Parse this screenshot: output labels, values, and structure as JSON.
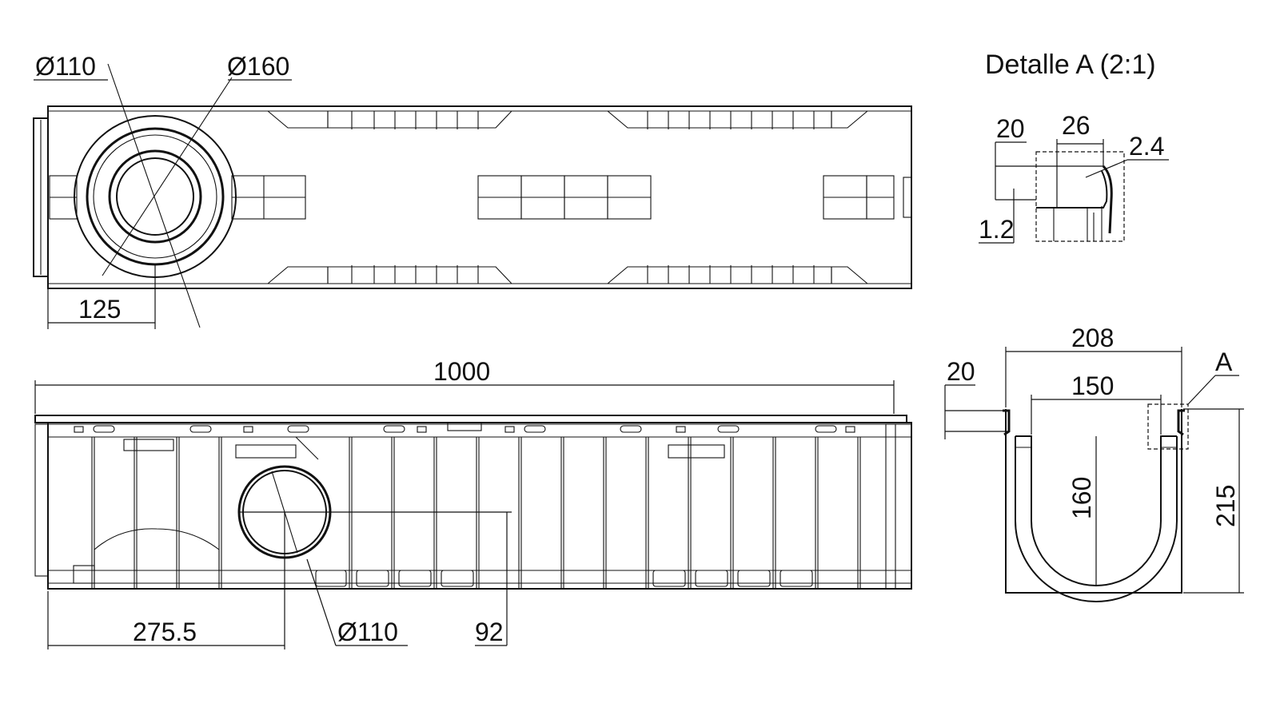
{
  "top_view": {
    "dia_small": "Ø110",
    "dia_large": "Ø160",
    "offset": "125"
  },
  "side_view": {
    "length": "1000",
    "offset": "275.5",
    "dia_outlet": "Ø110",
    "height": "92"
  },
  "section_view": {
    "width_outer": "208",
    "width_inner": "150",
    "frame": "20",
    "depth_inner": "160",
    "depth_total": "215",
    "detail_ref": "A"
  },
  "detail": {
    "title": "Detalle A (2:1)",
    "d20": "20",
    "d26": "26",
    "d24": "2.4",
    "d12": "1.2"
  }
}
